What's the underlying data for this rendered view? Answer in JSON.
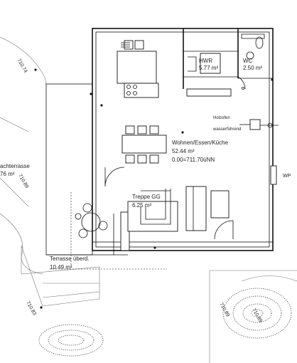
{
  "rooms": {
    "living": {
      "name": "Wohnen/Essen/Küche",
      "area": "52.44 m²",
      "level": "0.00=711.70üNN"
    },
    "wc": {
      "name": "WC",
      "area": "2.50 m²"
    },
    "hwr": {
      "name": "HWR",
      "area": "5.77 m²"
    },
    "stairs": {
      "name": "Treppe GG",
      "area": "6.25 m²"
    },
    "terrace": {
      "name": "Terrasse überd.",
      "area": "10.49 m²"
    },
    "dachterrasse": {
      "name": "achterrasse",
      "area": "76 m²"
    }
  },
  "annotations": {
    "oven_line1": "Holzofen",
    "oven_line2": "wasserführend",
    "wp": "WP"
  },
  "elevations": {
    "e1": "710.74",
    "e2": "710.89",
    "e3": "710.83",
    "e4": "710.89",
    "e5": "710.89"
  }
}
